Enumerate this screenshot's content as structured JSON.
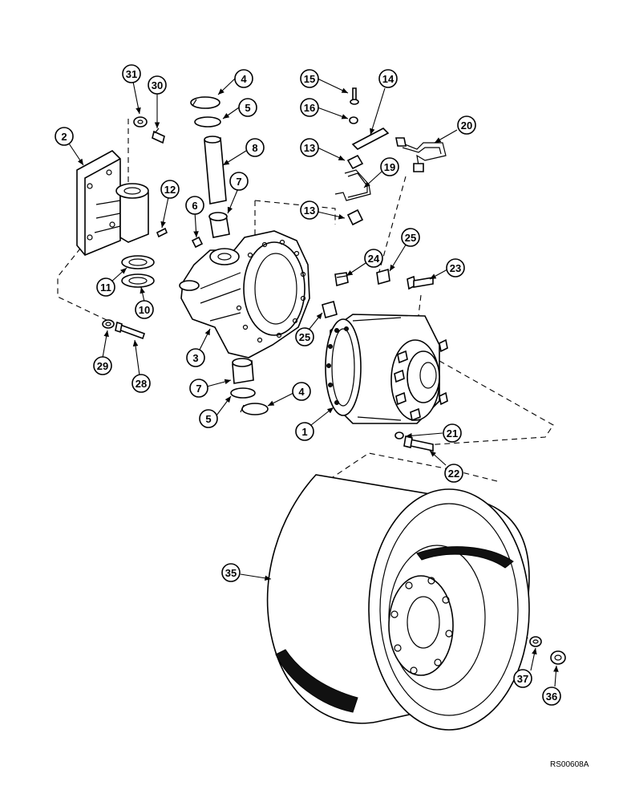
{
  "drawing_code": "RS00608A",
  "callouts": {
    "c1": "1",
    "c2": "2",
    "c3": "3",
    "c4a": "4",
    "c4b": "4",
    "c5a": "5",
    "c5b": "5",
    "c6": "6",
    "c7a": "7",
    "c7b": "7",
    "c8": "8",
    "c10": "10",
    "c11": "11",
    "c12": "12",
    "c13a": "13",
    "c13b": "13",
    "c14": "14",
    "c15": "15",
    "c16": "16",
    "c19": "19",
    "c20": "20",
    "c21": "21",
    "c22": "22",
    "c23": "23",
    "c24": "24",
    "c25a": "25",
    "c25b": "25",
    "c28": "28",
    "c29": "29",
    "c30": "30",
    "c31": "31",
    "c35": "35",
    "c36": "36",
    "c37": "37"
  },
  "icons": {
    "bracket": "mounting-bracket-icon",
    "knuckle": "steering-knuckle-icon",
    "hub": "wheel-motor-hub-icon",
    "wheel": "wheel-rim-icon"
  }
}
